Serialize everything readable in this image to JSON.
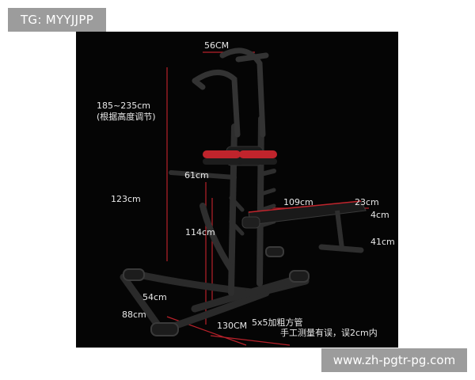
{
  "watermark_top": "TG: MYYJJPP",
  "watermark_bottom": "www.zh-pgtr-pg.com",
  "dimensions": {
    "top_width": "56CM",
    "height_range": "185~235cm",
    "height_note": "(根据高度调节)",
    "dip_width": "61cm",
    "dip_height": "123cm",
    "bench_length": "109cm",
    "bench_width": "23cm",
    "bench_thickness": "4cm",
    "bench_height": "41cm",
    "inner_height": "114cm",
    "base_inner": "54cm",
    "base_depth": "88cm",
    "base_length": "130CM",
    "tube_spec": "5x5加粗方管"
  },
  "note": "手工测量有误，误2cm内",
  "colors": {
    "background": "#050505",
    "frame": "#2a2a2a",
    "accent": "#c0242c",
    "dimension_line": "#b8212a",
    "text": "#e8e8e8",
    "badge": "#9c9c9c"
  }
}
